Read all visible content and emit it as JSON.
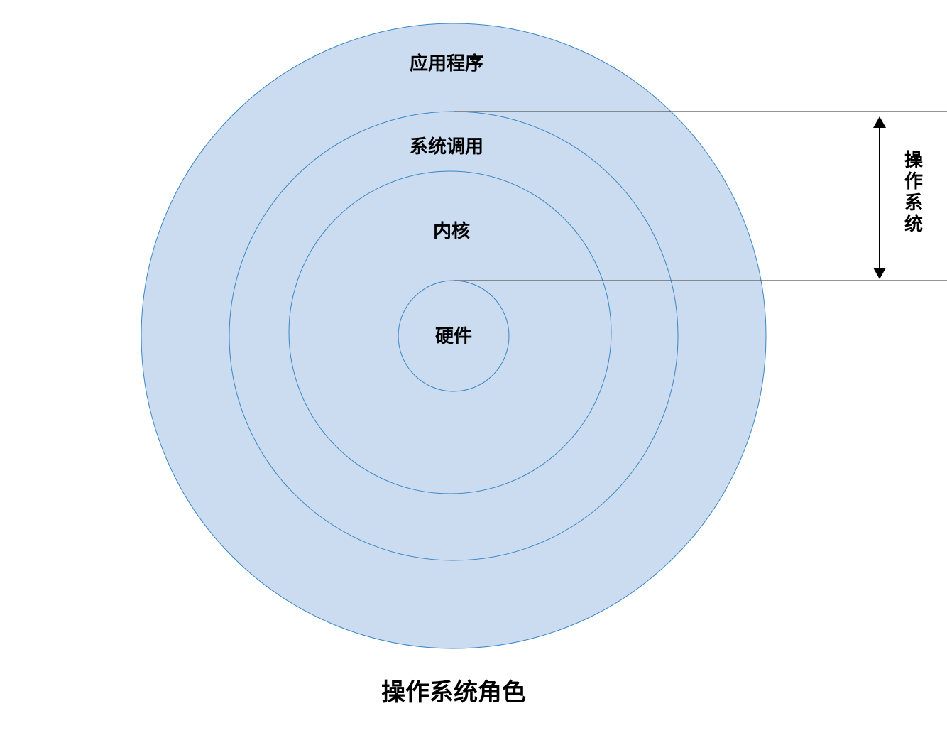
{
  "diagram": {
    "title": "操作系统角色",
    "layers": [
      {
        "label": "应用程序"
      },
      {
        "label": "系统调用"
      },
      {
        "label": "内核"
      },
      {
        "label": "硬件"
      }
    ],
    "bracket_label": [
      "操",
      "作",
      "系",
      "统"
    ],
    "colors": {
      "fill": "#cbdcf0",
      "stroke": "#3a86c6",
      "line": "#555555",
      "arrow": "#000000"
    }
  }
}
